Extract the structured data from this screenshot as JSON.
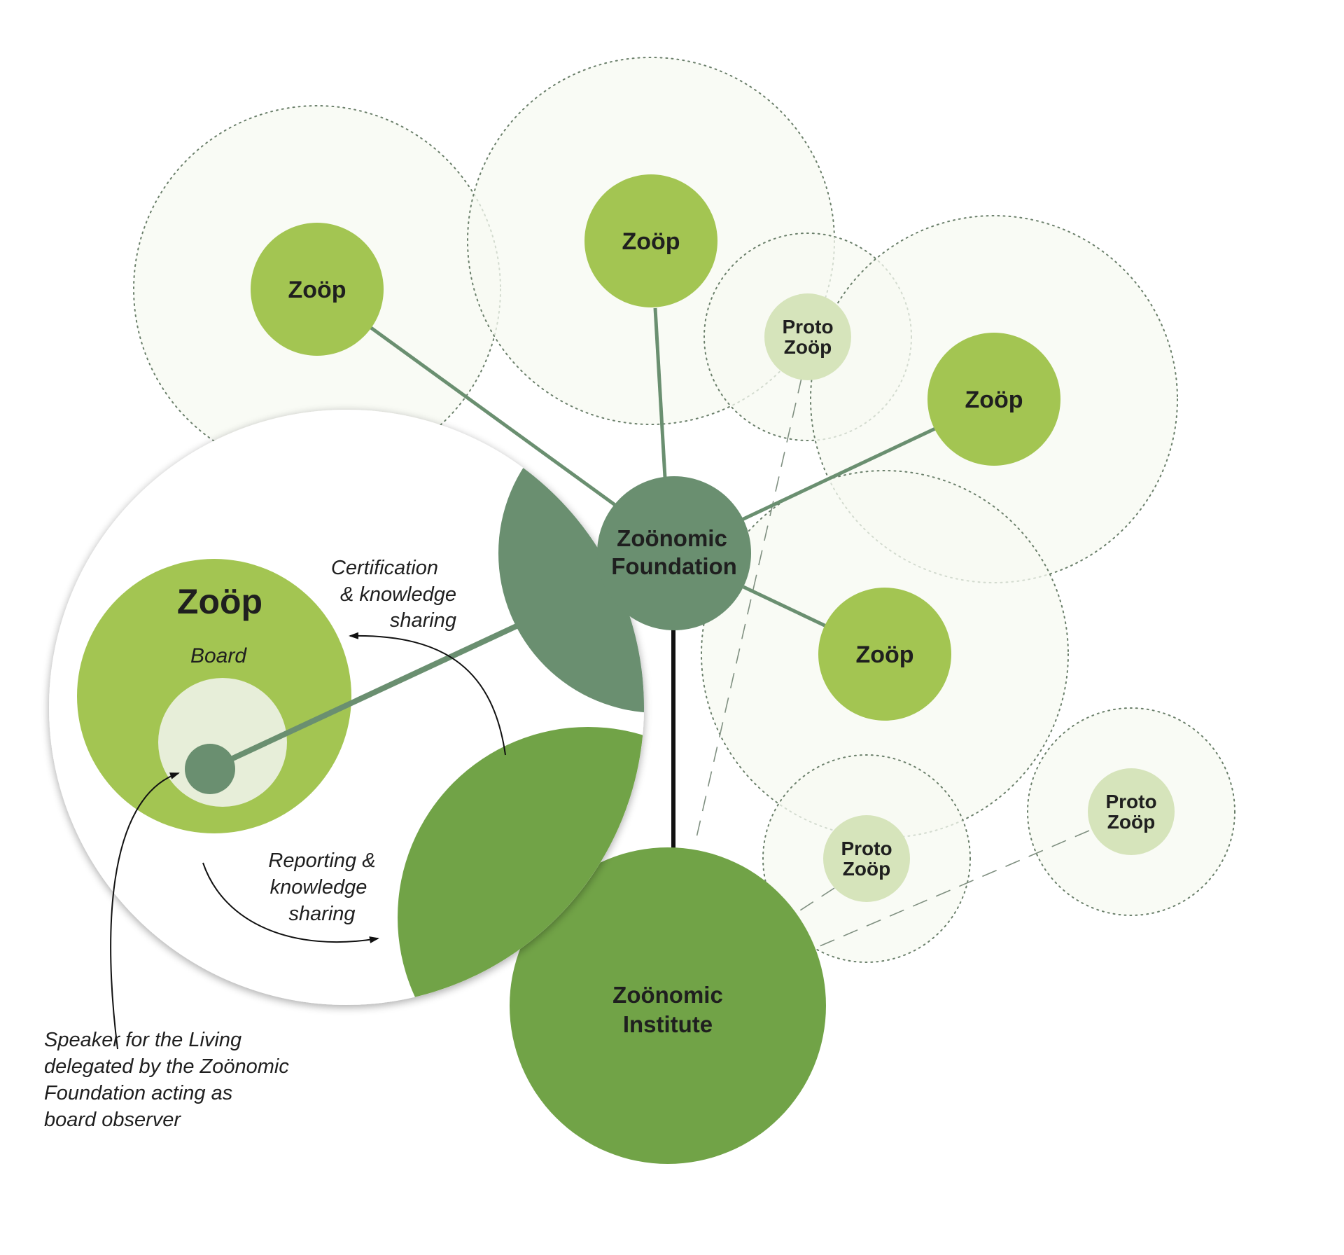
{
  "colors": {
    "zoop": "#a3c552",
    "proto": "#d6e4bb",
    "foundation": "#6a8f70",
    "institute": "#71a347",
    "halo_fill": "#f7f9f2",
    "halo_stroke": "#6a7f6a",
    "board_inner": "#e7eed9",
    "connector": "#6a8f70",
    "text": "#1f1f1f"
  },
  "foundation": {
    "line1": "Zoönomic",
    "line2": "Foundation"
  },
  "institute": {
    "line1": "Zoönomic",
    "line2": "Institute"
  },
  "zoops": [
    {
      "label": "Zoöp"
    },
    {
      "label": "Zoöp"
    },
    {
      "label": "Zoöp"
    },
    {
      "label": "Zoöp"
    }
  ],
  "proto_zoops": [
    {
      "line1": "Proto",
      "line2": "Zoöp"
    },
    {
      "line1": "Proto",
      "line2": "Zoöp"
    },
    {
      "line1": "Proto",
      "line2": "Zoöp"
    }
  ],
  "detail": {
    "zoop_title": "Zoöp",
    "board_label": "Board",
    "certification_label": [
      "Certification",
      "& knowledge",
      "sharing"
    ],
    "reporting_label": [
      "Reporting &",
      "knowledge",
      "sharing"
    ]
  },
  "speaker_note": [
    "Speaker for the Living",
    "delegated by the Zoönomic",
    "Foundation acting as",
    "board observer"
  ]
}
